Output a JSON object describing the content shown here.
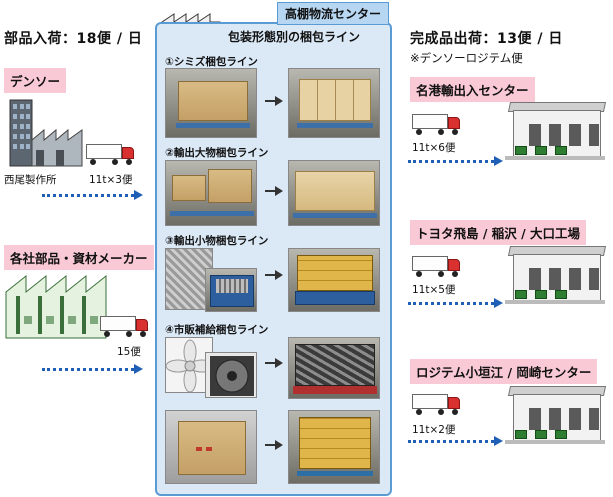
{
  "inbound": {
    "heading": "部品入荷：18便 / 日",
    "source1": {
      "label": "デンソー",
      "factory": "西尾製作所",
      "trips": "11t×3便"
    },
    "source2": {
      "label": "各社部品・資材メーカー",
      "trips": "15便"
    }
  },
  "center": {
    "title": "高棚物流センター",
    "subtitle": "包装形態別の梱包ライン",
    "lines": [
      {
        "label": "①シミズ梱包ライン"
      },
      {
        "label": "②輸出大物梱包ライン"
      },
      {
        "label": "③輸出小物梱包ライン"
      },
      {
        "label": "④市販補給梱包ライン"
      }
    ]
  },
  "outbound": {
    "heading": "完成品出荷：13便 / 日",
    "note": "※デンソーロジテム便",
    "destinations": [
      {
        "label": "名港輸出入センター",
        "trips": "11t×6便"
      },
      {
        "label": "トヨタ飛島 / 稲沢 / 大口工場",
        "trips": "11t×5便"
      },
      {
        "label": "ロジテム小垣江 / 岡崎センター",
        "trips": "11t×2便"
      }
    ]
  },
  "colors": {
    "label_bg": "#f9c9d6",
    "panel_bg": "#dbe9f7",
    "panel_border": "#5b9bd5",
    "arrow": "#1f5fb5"
  }
}
